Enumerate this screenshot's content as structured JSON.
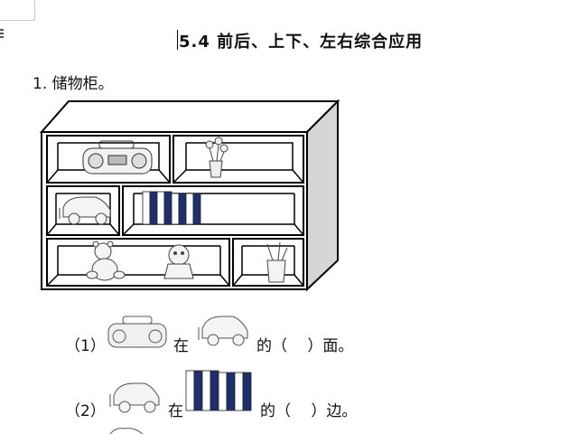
{
  "document": {
    "title": "5.4 前后、上下、左右综合应用",
    "question_1_label": "1. 储物柜。",
    "items": {
      "radio": "radio-icon",
      "flowers": "flower-vase-icon",
      "car": "toy-car-icon",
      "books": "books-icon",
      "bear": "teddy-bear-icon",
      "doll": "doll-icon",
      "pencils": "pencil-cup-icon"
    },
    "sub_questions": [
      {
        "number": "（1）",
        "word_in": "在",
        "suffix": "的（　 ）面。"
      },
      {
        "number": "（2）",
        "word_in": "在",
        "suffix": "的（　 ）边。"
      }
    ],
    "colors": {
      "book_blue": "#1f2f6b",
      "side_gray": "#cfcfcf"
    }
  }
}
